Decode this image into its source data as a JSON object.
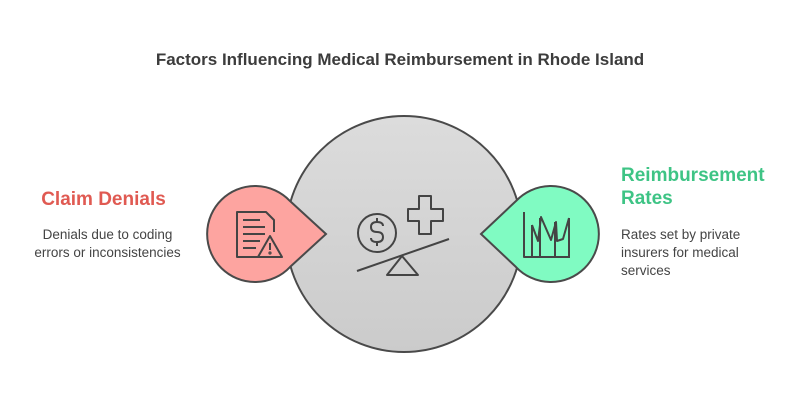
{
  "title": "Factors Influencing Medical Reimbursement in Rhode Island",
  "left": {
    "heading": "Claim Denials",
    "description": "Denials due to coding errors or inconsistencies",
    "icon": "document-warning-icon",
    "color": "#fda4a0"
  },
  "right": {
    "heading_line1": "Reimbursement",
    "heading_line2": "Rates",
    "description": "Rates set by private insurers for medical services",
    "icon": "line-chart-icon",
    "color": "#80fbc2"
  },
  "center": {
    "icon": "balance-dollar-medical-icon",
    "color": "#d6d6d6"
  },
  "colors": {
    "left_heading": "#e05a52",
    "right_heading": "#3ec485"
  }
}
